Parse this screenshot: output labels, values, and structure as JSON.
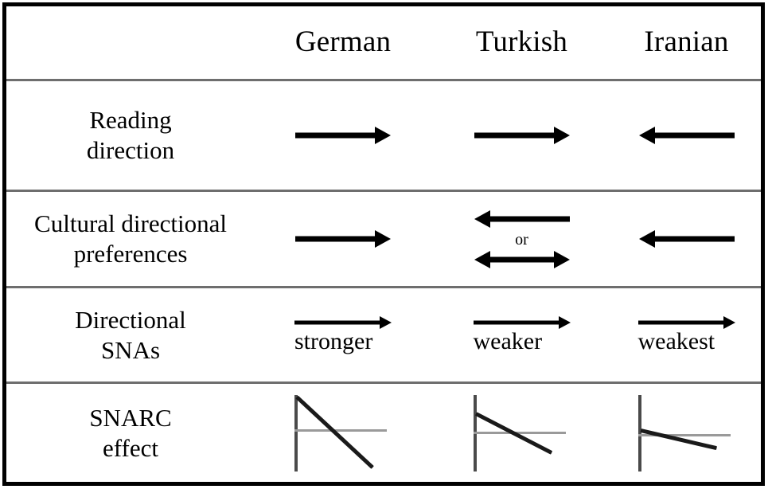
{
  "figure": {
    "columns": [
      "German",
      "Turkish",
      "Iranian"
    ],
    "rows": [
      {
        "label": "Reading\ndirection",
        "label_line1": "Reading",
        "label_line2": "direction"
      },
      {
        "label_line1": "Cultural directional",
        "label_line2": "preferences",
        "turkish_connector": "or"
      },
      {
        "label_line1": "Directional",
        "label_line2": "SNAs",
        "german_word": "stronger",
        "turkish_word": "weaker",
        "iranian_word": "weakest"
      },
      {
        "label_line1": "SNARC",
        "label_line2": "effect"
      }
    ],
    "arrows": {
      "reading": {
        "german": "right",
        "turkish": "right",
        "iranian": "left"
      },
      "cultural": {
        "german": "right",
        "turkish_top": "left",
        "turkish_bottom": "both",
        "iranian": "left"
      },
      "snas": {
        "german": "right",
        "turkish": "right",
        "iranian": "right"
      }
    },
    "colors": {
      "border": "#000000",
      "divider": "#6e6e6e",
      "axis": "#4a4a4a",
      "midline": "#9a9a9a",
      "slope": "#1a1a1a",
      "background": "#ffffff"
    }
  },
  "chart_data": [
    {
      "type": "line",
      "title": "German",
      "xlabel": "",
      "ylabel": "",
      "series": [
        {
          "name": "SNARC slope",
          "x": [
            0,
            1
          ],
          "values": [
            1.0,
            0.08
          ]
        }
      ],
      "annotations": [
        "steepest negative slope",
        "crosses midline"
      ],
      "midline": 0.55,
      "grid": false,
      "legend": "none"
    },
    {
      "type": "line",
      "title": "Turkish",
      "xlabel": "",
      "ylabel": "",
      "series": [
        {
          "name": "SNARC slope",
          "x": [
            0,
            1
          ],
          "values": [
            0.78,
            0.27
          ]
        }
      ],
      "annotations": [
        "intermediate negative slope",
        "crosses midline"
      ],
      "midline": 0.52,
      "grid": false,
      "legend": "none"
    },
    {
      "type": "line",
      "title": "Iranian",
      "xlabel": "",
      "ylabel": "",
      "series": [
        {
          "name": "SNARC slope",
          "x": [
            0,
            1
          ],
          "values": [
            0.56,
            0.33
          ]
        }
      ],
      "annotations": [
        "shallowest negative slope",
        "barely crosses midline"
      ],
      "midline": 0.48,
      "grid": false,
      "legend": "none"
    }
  ]
}
